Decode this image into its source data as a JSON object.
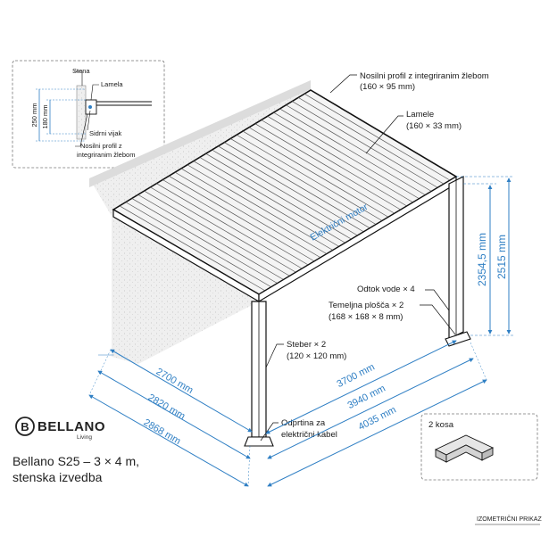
{
  "inset": {
    "labels": {
      "stena": "Stena",
      "lamela": "Lamela",
      "sidrni_vijak": "Sidrni vijak",
      "nosilni_line1": "Nosilni profil z",
      "nosilni_line2": "integriranim žlebom"
    },
    "dims": {
      "h250": "250 mm",
      "h180": "180 mm"
    }
  },
  "callouts": {
    "nosilni_profil_line1": "Nosilni profil z integriranim žlebom",
    "nosilni_profil_line2": "(160 × 95 mm)",
    "lamele_line1": "Lamele",
    "lamele_line2": "(160 × 33 mm)",
    "motor": "Električni motor",
    "odtok": "Odtok vode × 4",
    "temeljna_line1": "Temeljna plošča × 2",
    "temeljna_line2": "(168 × 168 × 8 mm)",
    "steber_line1": "Steber × 2",
    "steber_line2": "(120 × 120 mm)",
    "odprtina_line1": "Odprtina za",
    "odprtina_line2": "električni kabel"
  },
  "dimensions": {
    "d2700": "2700 mm",
    "d2820": "2820 mm",
    "d2868": "2868 mm",
    "d3700": "3700 mm",
    "d3940": "3940 mm",
    "d4035": "4035 mm",
    "d2354": "2354,5 mm",
    "d2515": "2515 mm"
  },
  "brand": {
    "name": "BELLANO",
    "sub": "Living",
    "logo_letter": "B"
  },
  "title": {
    "line1": "Bellano S25 – 3 × 4 m,",
    "line2": "stenska izvedba"
  },
  "kosa": {
    "label": "2 kosa"
  },
  "view_label": "IZOMETRIČNI PRIKAZ",
  "colors": {
    "dimension": "#2f7fc4",
    "line": "#1a1a1a",
    "wall_fill": "#eeeeee"
  }
}
